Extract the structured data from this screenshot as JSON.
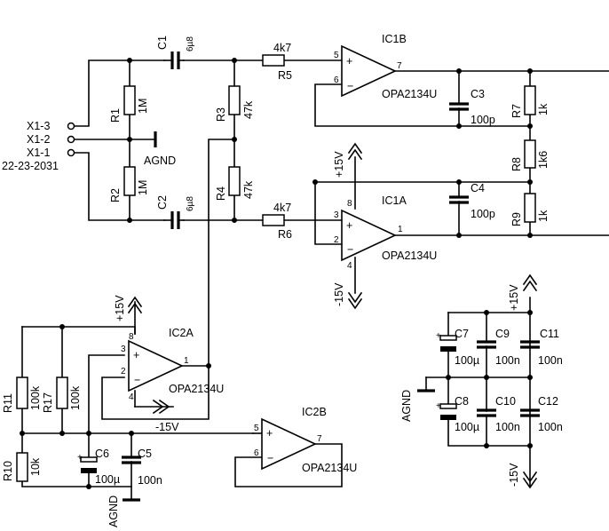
{
  "connector": {
    "pins": [
      "X1-3",
      "X1-2",
      "X1-1"
    ],
    "part": "22-23-2031"
  },
  "resistors": {
    "R1": {
      "name": "R1",
      "value": "1M"
    },
    "R2": {
      "name": "R2",
      "value": "1M"
    },
    "R3": {
      "name": "R3",
      "value": "47k"
    },
    "R4": {
      "name": "R4",
      "value": "47k"
    },
    "R5": {
      "name": "R5",
      "value": "4k7"
    },
    "R6": {
      "name": "R6",
      "value": "4k7"
    },
    "R7": {
      "name": "R7",
      "value": "1k"
    },
    "R8": {
      "name": "R8",
      "value": "1k6"
    },
    "R9": {
      "name": "R9",
      "value": "1k"
    },
    "R10": {
      "name": "R10",
      "value": "10k"
    },
    "R11": {
      "name": "R11",
      "value": "100k"
    },
    "R17": {
      "name": "R17",
      "value": "100k"
    }
  },
  "capacitors": {
    "C1": {
      "name": "C1",
      "value": "6µ8"
    },
    "C2": {
      "name": "C2",
      "value": "6µ8"
    },
    "C3": {
      "name": "C3",
      "value": "100p"
    },
    "C4": {
      "name": "C4",
      "value": "100p"
    },
    "C5": {
      "name": "C5",
      "value": "100n"
    },
    "C6": {
      "name": "C6",
      "value": "100µ"
    },
    "C7": {
      "name": "C7",
      "value": "100µ"
    },
    "C8": {
      "name": "C8",
      "value": "100µ"
    },
    "C9": {
      "name": "C9",
      "value": "100n"
    },
    "C10": {
      "name": "C10",
      "value": "100n"
    },
    "C11": {
      "name": "C11",
      "value": "100n"
    },
    "C12": {
      "name": "C12",
      "value": "100n"
    }
  },
  "opamps": {
    "IC1A": {
      "name": "IC1A",
      "part": "OPA2134U",
      "pins": {
        "plus": "3",
        "minus": "2",
        "out": "1",
        "vplus": "8",
        "vminus": "4"
      }
    },
    "IC1B": {
      "name": "IC1B",
      "part": "OPA2134U",
      "pins": {
        "plus": "5",
        "minus": "6",
        "out": "7"
      }
    },
    "IC2A": {
      "name": "IC2A",
      "part": "OPA2134U",
      "pins": {
        "plus": "3",
        "minus": "2",
        "out": "1",
        "vplus": "8",
        "vminus": "4"
      }
    },
    "IC2B": {
      "name": "IC2B",
      "part": "OPA2134U",
      "pins": {
        "plus": "5",
        "minus": "6",
        "out": "7"
      }
    }
  },
  "supplies": {
    "pos": "+15V",
    "neg": "-15V",
    "agnd": "AGND"
  }
}
